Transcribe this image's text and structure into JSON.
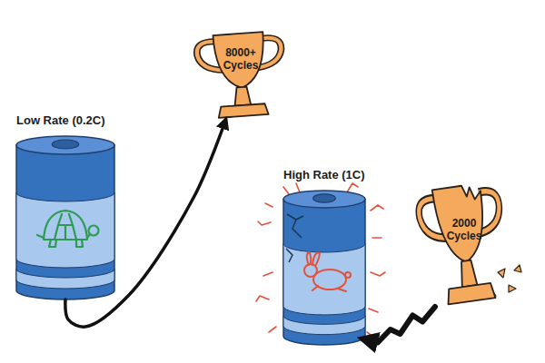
{
  "diagram": {
    "nodes": [
      {
        "text": [
          "Low Rate (0.2C)"
        ]
      },
      {
        "text": [
          "8000+ Cycles"
        ]
      },
      {
        "text": [
          "High Rate (1C)"
        ]
      },
      {
        "text": [
          "2000 Cycles"
        ]
      }
    ],
    "edges": [
      {
        "from": 0,
        "to": 1,
        "arrow": "to"
      },
      {
        "from": 3,
        "to": 2,
        "arrow": "to"
      }
    ]
  }
}
